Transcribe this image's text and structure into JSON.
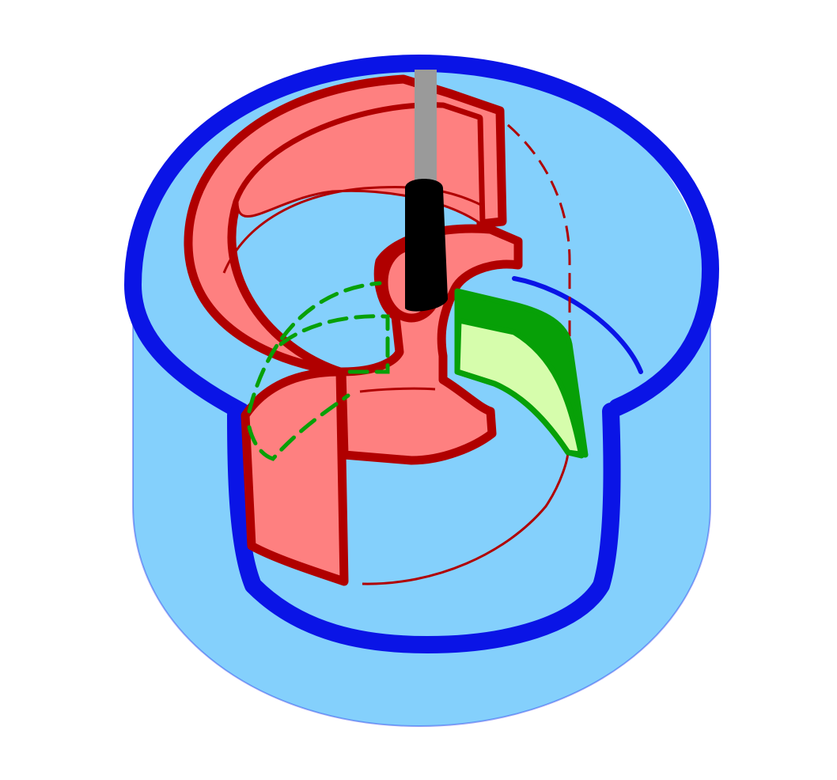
{
  "figure": {
    "kind": "technical illustration",
    "colors": {
      "background": "#ffffff",
      "cylinder_fill": "#84d0fc",
      "cylinder_outline": "#0a14e6",
      "rotor_fill": "#fe8080",
      "rotor_outline": "#b00000",
      "blade_fill": "#d6fdac",
      "blade_outline": "#07a007",
      "shaft_lower": "#000000",
      "shaft_upper": "#9a9a9a"
    },
    "parts": [
      "outer-cylinder-housing",
      "red-rotor-bucket",
      "green-blade-segment",
      "drive-shaft"
    ]
  }
}
